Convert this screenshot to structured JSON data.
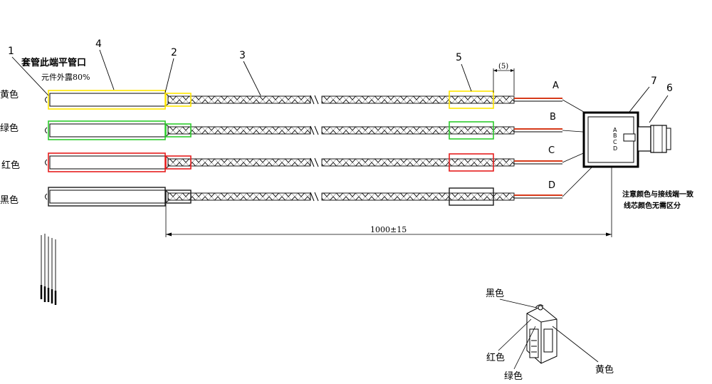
{
  "callouts": {
    "n1": "1",
    "n2": "2",
    "n3": "3",
    "n4": "4",
    "n5": "5",
    "n6": "6",
    "n7": "7"
  },
  "annotations": {
    "flat_end": "套管此端平管口",
    "exposed": "元件外露80%",
    "dim_5": "(5)",
    "dim_length": "1000±15",
    "note_line1": "注意颜色与接线端一致",
    "note_line2": "线芯颜色无需区分"
  },
  "wire_colors": [
    {
      "label": "黄色",
      "terminal": "A",
      "color": "#ffe600"
    },
    {
      "label": "绿色",
      "terminal": "B",
      "color": "#2ecc2e"
    },
    {
      "label": "红色",
      "terminal": "C",
      "color": "#e61e1e"
    },
    {
      "label": "黑色",
      "terminal": "D",
      "color": "#1a1a1a"
    }
  ],
  "connector_pins": [
    "A",
    "B",
    "C",
    "D"
  ],
  "iso_labels": {
    "top": "黑色",
    "left": "红色",
    "bottom": "绿色",
    "right": "黄色"
  },
  "lead_color": "#d63a1a"
}
